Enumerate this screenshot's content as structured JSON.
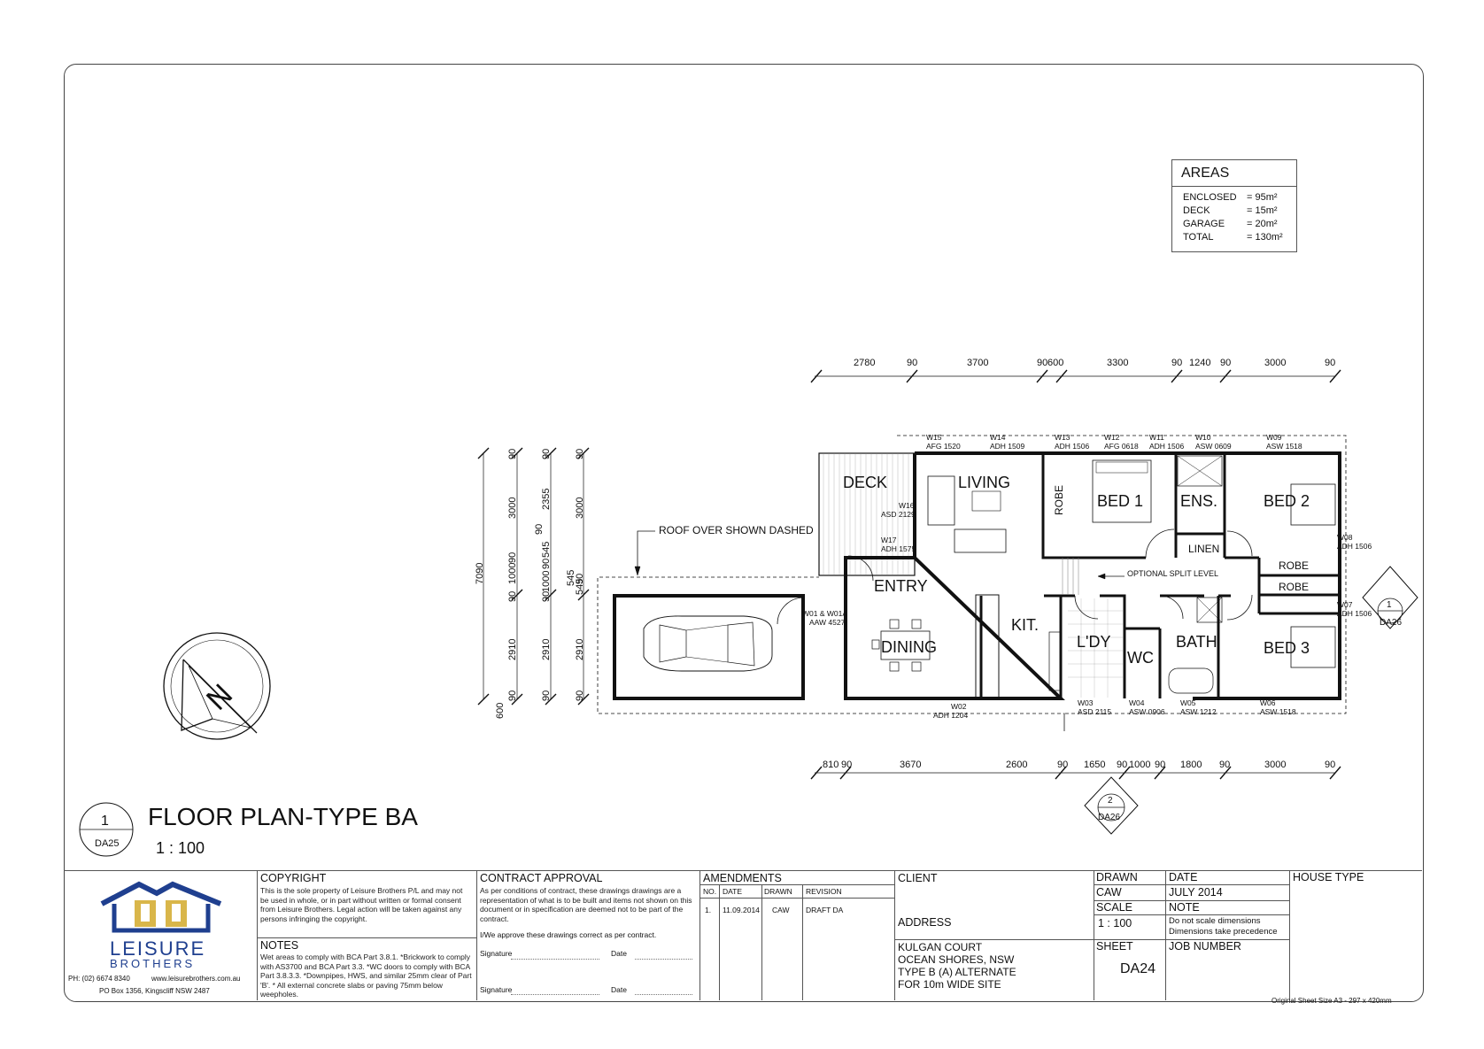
{
  "drawing": {
    "title": "FLOOR PLAN-TYPE BA",
    "scale": "1 : 100",
    "callout_number": "1",
    "callout_ref": "DA25",
    "roof_note": "ROOF OVER SHOWN DASHED",
    "split_level_note": "OPTIONAL SPLIT LEVEL",
    "section_markers": [
      {
        "number": "1",
        "ref": "DA26"
      },
      {
        "number": "2",
        "ref": "DA26"
      }
    ],
    "north_label": "N"
  },
  "areas": {
    "title": "AREAS",
    "rows": [
      {
        "label": "ENCLOSED",
        "value": "= 95m²"
      },
      {
        "label": "DECK",
        "value": "= 15m²"
      },
      {
        "label": "GARAGE",
        "value": "= 20m²"
      },
      {
        "label": "TOTAL",
        "value": "= 130m²"
      }
    ]
  },
  "rooms": {
    "deck": "DECK",
    "living": "LIVING",
    "bed1": "BED 1",
    "ens": "ENS.",
    "bed2": "BED 2",
    "robe1": "ROBE",
    "linen": "LINEN",
    "robe2": "ROBE",
    "robe3": "ROBE",
    "entry": "ENTRY",
    "kit": "KIT.",
    "dining": "DINING",
    "ldy": "L'DY",
    "wc": "WC",
    "bath": "BATH",
    "bed3": "BED 3"
  },
  "windows": {
    "w15": [
      "W15",
      "AFG 1520"
    ],
    "w14": [
      "W14",
      "ADH 1509"
    ],
    "w13": [
      "W13",
      "ADH 1506"
    ],
    "w12": [
      "W12",
      "AFG 0618"
    ],
    "w11": [
      "W11",
      "ADH 1506"
    ],
    "w10": [
      "W10",
      "ASW 0609"
    ],
    "w09": [
      "W09",
      "ASW 1518"
    ],
    "w16": [
      "W16",
      "ASD 2129"
    ],
    "w17": [
      "W17",
      "ADH 1575"
    ],
    "w08": [
      "W08",
      "ADH 1506"
    ],
    "w07": [
      "W07",
      "ADH 1506"
    ],
    "w01": [
      "W01 & W01A",
      "AAW 4527"
    ],
    "w02": [
      "W02",
      "ADH 1204"
    ],
    "w03": [
      "W03",
      "ASD 2115"
    ],
    "w04": [
      "W04",
      "ASW 0906"
    ],
    "w05": [
      "W05",
      "ASW 1212"
    ],
    "w06": [
      "W06",
      "ASW 1518"
    ]
  },
  "dimensions": {
    "top": [
      "2780",
      "90",
      "3700",
      "90",
      "600",
      "3300",
      "90",
      "1240",
      "90",
      "3000",
      "90"
    ],
    "bottom": [
      "810",
      "90",
      "3670",
      "2600",
      "90",
      "1650",
      "90",
      "1000",
      "90",
      "1800",
      "90",
      "3000",
      "90"
    ],
    "left_overall": "7090",
    "left_col1": [
      "90",
      "3000",
      "90",
      "1000",
      "90",
      "2910",
      "90",
      "600"
    ],
    "left_col2": [
      "90",
      "2355",
      "90",
      "545",
      "90",
      "1000",
      "90",
      "2910",
      "90"
    ],
    "left_col3": [
      "90",
      "3000",
      "90",
      "545",
      "545",
      "2910",
      "90"
    ]
  },
  "title_block": {
    "company_line1": "LEISURE",
    "company_line2": "BROTHERS",
    "phone": "PH: (02) 6674 8340",
    "website": "www.leisurebrothers.com.au",
    "po_box": "PO Box 1356, Kingscliff NSW 2487",
    "copyright_head": "COPYRIGHT",
    "copyright_text": "This is the sole property of Leisure Brothers P/L and may not be used in whole, or in part without written or formal consent from Leisure Brothers. Legal action will be taken against any persons infringing the copyright.",
    "notes_head": "NOTES",
    "notes_text": "Wet areas to comply with BCA Part 3.8.1. *Brickwork to comply with AS3700 and BCA Part 3.3. *WC doors to comply with BCA Part 3.8.3.3. *Downpipes, HWS, and similar 25mm clear of Part 'B'. * All external concrete slabs or paving 75mm below weepholes.",
    "contract_head": "CONTRACT APPROVAL",
    "contract_text": "As per conditions of contract, these drawings drawings are a representation of what is to be built and items not shown on this document or in specification are deemed not to be part of the contract.",
    "approve_text": "I/We approve these drawings correct as per contract.",
    "signature_label": "Signature",
    "date_label": "Date",
    "amendments_head": "AMENDMENTS",
    "amend_cols": [
      "NO.",
      "DATE",
      "DRAWN",
      "REVISION"
    ],
    "amend_row": [
      "1.",
      "11.09.2014",
      "CAW",
      "DRAFT DA"
    ],
    "client_head": "CLIENT",
    "address_head": "ADDRESS",
    "address_lines": [
      "KULGAN COURT",
      "OCEAN SHORES, NSW",
      "TYPE B (A) ALTERNATE",
      "FOR 10m WIDE SITE"
    ],
    "drawn_head": "DRAWN",
    "drawn_value": "CAW",
    "date_head": "DATE",
    "date_value": "JULY 2014",
    "scale_head": "SCALE",
    "scale_value": "1 : 100",
    "note_head": "NOTE",
    "note_lines": [
      "Do not scale dimensions",
      "Dimensions take precedence"
    ],
    "sheet_head": "SHEET",
    "sheet_value": "DA24",
    "job_head": "JOB NUMBER",
    "house_type_head": "HOUSE TYPE",
    "sheet_size": "Original Sheet Size A3 - 297 x 420mm"
  },
  "colors": {
    "line": "#111111",
    "accent_blue": "#1f3f8f",
    "accent_gold": "#d9b64a"
  }
}
